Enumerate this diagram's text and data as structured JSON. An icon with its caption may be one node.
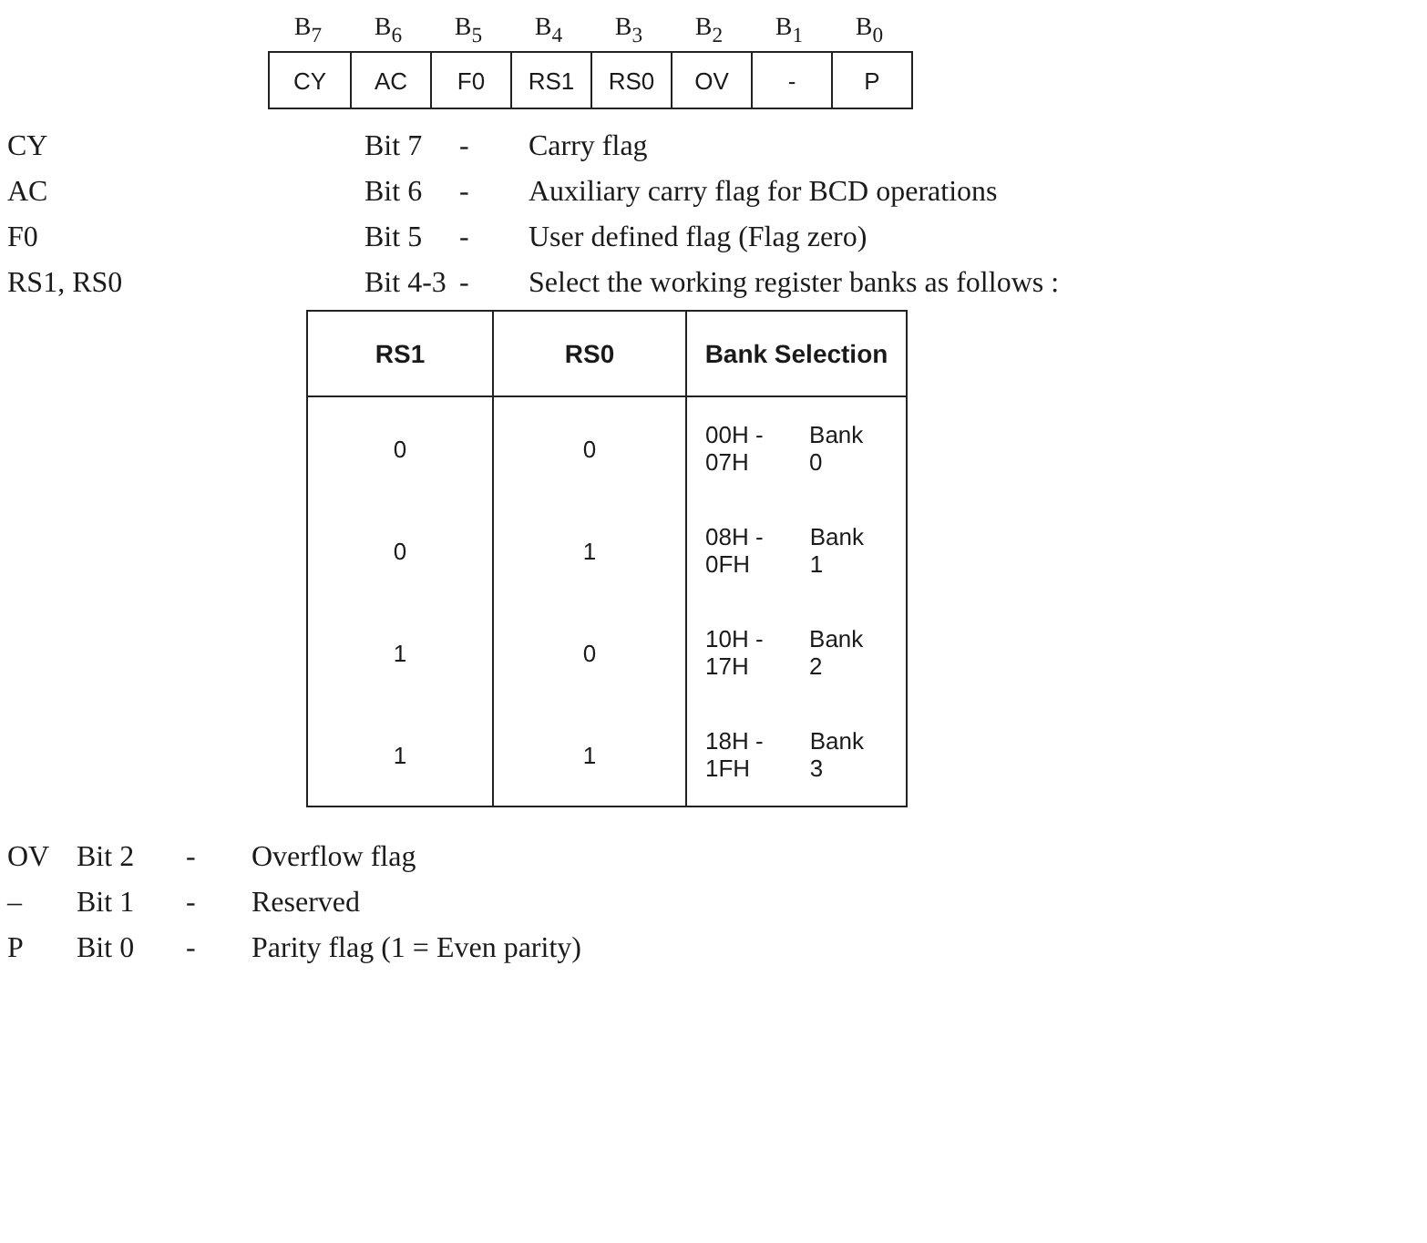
{
  "diagram": {
    "labels": [
      "B$_{7}$",
      "B$_{6}$",
      "B$_{5}$",
      "B$_{4}$",
      "B$_{3}$",
      "B$_{2}$",
      "B$_{1}$",
      "B$_{0}$",
      "CY",
      "AC",
      "F0",
      "RS1",
      "RS0",
      "OV",
      "-",
      "P",
      "CY",
      "Bit 7",
      "-",
      "Carry flag",
      "AC",
      "Bit 6",
      "-",
      "Auxiliary carry flag for BCD operations",
      "F0",
      "Bit 5",
      "-",
      "User defined flag (Flag zero)",
      "RS1, RS0",
      "Bit 4-3",
      "-",
      "Select the working register banks as follows :",
      "RS1",
      "RS0",
      "Bank Selection",
      "0",
      "0",
      "00H - 07H",
      "Bank 0",
      "0",
      "1",
      "08H - 0FH",
      "Bank 1",
      "1",
      "0",
      "10H - 17H",
      "Bank 2",
      "1",
      "1",
      "18H - 1FH",
      "Bank 3",
      "OV",
      "Bit 2",
      "-",
      "Overflow flag",
      "–",
      "Bit 1",
      "-",
      "Reserved",
      "P",
      "Bit 0",
      "-",
      "Parity flag (1 = Even parity)"
    ]
  }
}
